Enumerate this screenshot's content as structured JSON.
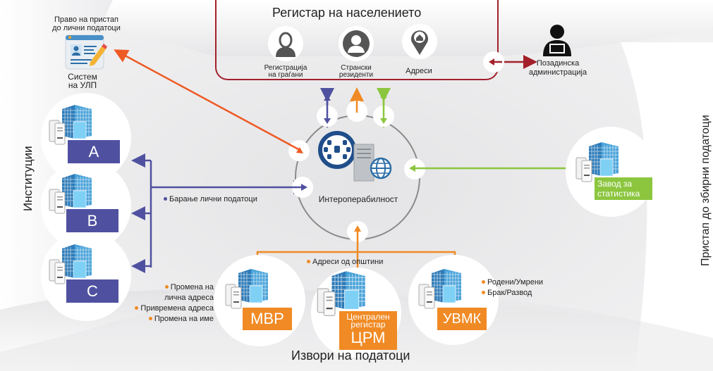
{
  "registry": {
    "title": "Регистар на населението",
    "items": [
      {
        "icon": "user-outline-icon",
        "label_line1": "Регистрација",
        "label_line2": "на граѓани"
      },
      {
        "icon": "user-solid-icon",
        "label_line1": "Странски",
        "label_line2": "резиденти"
      },
      {
        "icon": "location-home-icon",
        "label_line1": "Адреси",
        "label_line2": ""
      }
    ]
  },
  "ulp": {
    "caption_line1": "Право на пристап",
    "caption_line2": "до лични податоци",
    "name_line1": "Систем",
    "name_line2": "на УЛП"
  },
  "admin": {
    "label_line1": "Позадинска",
    "label_line2": "администрација"
  },
  "hub": {
    "label": "Интероперабилност"
  },
  "institutions": {
    "side_label": "Институции",
    "items": [
      {
        "label": "A"
      },
      {
        "label": "B"
      },
      {
        "label": "C"
      }
    ],
    "request_label": "Барање лични податоци"
  },
  "statistics": {
    "label_line1": "Завод за",
    "label_line2": "статистика",
    "side_label": "Пристап до збирни податоци"
  },
  "sources": {
    "title": "Извори на податоци",
    "addresses_label": "Адреси од општини",
    "mvr": {
      "label": "МВР",
      "bullets": [
        "Промена на",
        "лична адреса",
        "Привремена адреса",
        "Промена на име"
      ]
    },
    "crm": {
      "label_line1": "Централен",
      "label_line2": "регистар",
      "label_line3": "ЦРМ"
    },
    "uvmk": {
      "label": "УВМК",
      "bullets": [
        "Родени/Умрени",
        "Брак/Развод"
      ]
    }
  },
  "colors": {
    "registry_border": "#a3202a",
    "institution_blue": "#4f51a0",
    "source_orange": "#f08a24",
    "ulp_arrow": "#ee5a24",
    "stats_green": "#8cc63f",
    "hub_dark_blue": "#1f4e8a"
  }
}
